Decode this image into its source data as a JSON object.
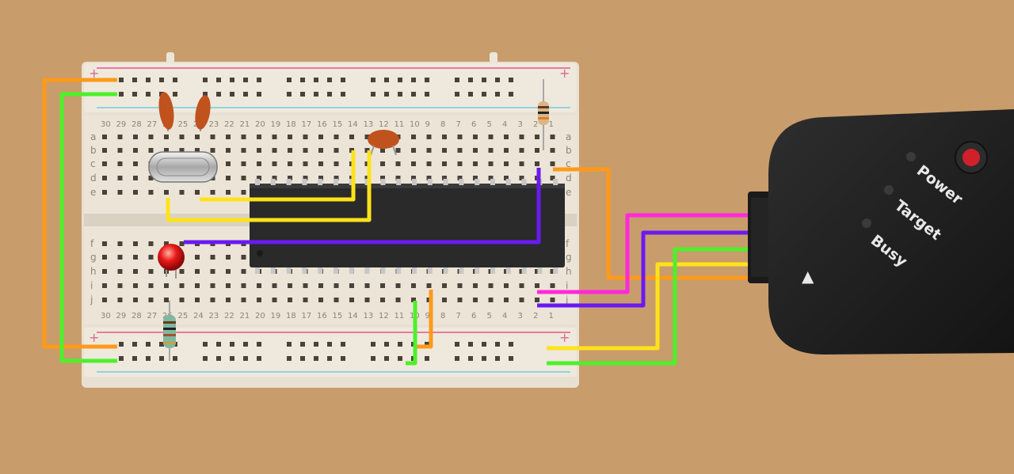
{
  "programmer": {
    "labels": {
      "power": "Power",
      "target": "Target",
      "busy": "Busy"
    },
    "arrow_glyph": "▲"
  },
  "breadboard": {
    "column_numbers": [
      "30",
      "29",
      "28",
      "27",
      "26",
      "25",
      "24",
      "23",
      "22",
      "21",
      "20",
      "19",
      "18",
      "17",
      "16",
      "15",
      "14",
      "13",
      "12",
      "11",
      "10",
      "9",
      "8",
      "7",
      "6",
      "5",
      "4",
      "3",
      "2",
      "1"
    ],
    "rows_top": [
      "a",
      "b",
      "c",
      "d",
      "e"
    ],
    "rows_bottom": [
      "f",
      "g",
      "h",
      "i",
      "j"
    ],
    "rail_plus": "+"
  },
  "colors": {
    "orange": "#ff9a1a",
    "green": "#4ef02a",
    "yellow": "#ffe21a",
    "purple": "#6a1af0",
    "magenta": "#ff2ad8",
    "board": "#ece6da",
    "rail_red": "#e77aa0",
    "rail_blue": "#8fd3e0",
    "chip": "#2a2a2a",
    "programmer_body": "#1e1e1e",
    "led": "#e81818"
  }
}
